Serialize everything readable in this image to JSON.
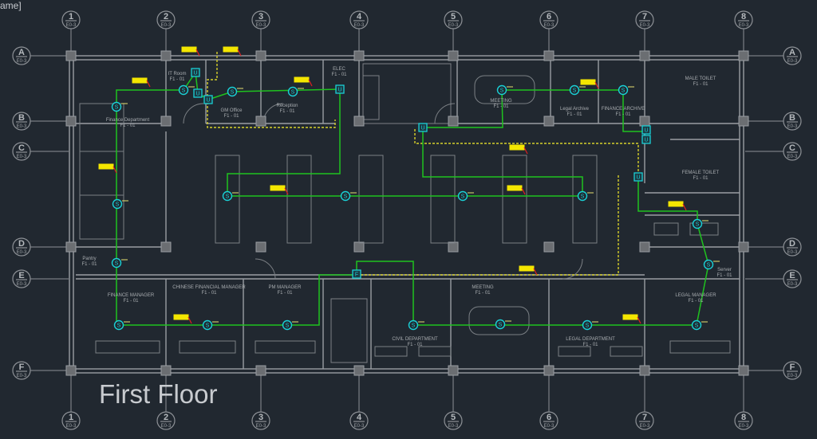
{
  "window": {
    "title_fragment": "ame]"
  },
  "drawing": {
    "floor_label": "First Floor",
    "sheet_ref": "E0-3",
    "grid_columns": [
      "1",
      "2",
      "3",
      "4",
      "5",
      "6",
      "7",
      "8"
    ],
    "grid_rows": [
      "A",
      "B",
      "C",
      "D",
      "E",
      "F"
    ],
    "rooms": {
      "finance_dept": "Finance Department",
      "it_room": "IT Room",
      "reception": "Reception",
      "general_manager": "GM Office",
      "electrical": "ELEC",
      "meeting_top": "MEETING",
      "legal_archive": "Legal Archive",
      "finance_archive": "FINANCE ARCHIVE",
      "male_toilet": "MALE TOILET",
      "female_toilet": "FEMALE TOILET",
      "pantry": "Pantry",
      "finance_manager": "FINANCE MANAGER",
      "chinese_fm": "CHINESE FINANCIAL MANAGER",
      "pm_manager": "PM MANAGER",
      "civil_dept": "CIVIL DEPARTMENT",
      "meeting_bottom": "MEETING",
      "legal_dept": "LEGAL DEPARTMENT",
      "legal_manager": "LEGAL MANAGER",
      "server": "Server"
    },
    "room_tag": "F1 - 01",
    "symbols": {
      "speaker": "S",
      "unit": "U",
      "fire_panel": "F"
    },
    "colors": {
      "background": "#212830",
      "walls": "#9a9ea3",
      "cable": "#1fc21f",
      "speaker": "#1ad0d6",
      "conduit": "#d6cf2a",
      "fixture": "#f4e600"
    }
  }
}
